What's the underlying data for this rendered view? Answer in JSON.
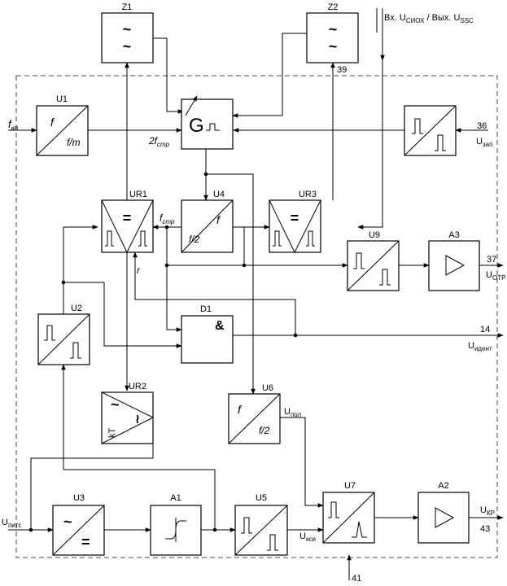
{
  "blocks": {
    "z1": "Z1",
    "z2": "Z2",
    "u1": "U1",
    "ur1": "UR1",
    "u4": "U4",
    "ur3": "UR3",
    "u9": "U9",
    "a3": "A3",
    "u2": "U2",
    "d1": "D1",
    "ur2": "UR2",
    "u6": "U6",
    "u3": "U3",
    "a1": "A1",
    "u5": "U5",
    "u7": "U7",
    "a2": "A2"
  },
  "symbols": {
    "f": "f",
    "f_m": "f/m",
    "f_2": "f/2",
    "kt": "kT",
    "and": "&",
    "eq": "=",
    "tilde": "~",
    "r": "r",
    "g": "G"
  },
  "signals": {
    "f_in": "f",
    "f_in_sub": "вп",
    "two_f": "2f",
    "two_f_sub": "стр",
    "f_str": "f",
    "f_str_sub": "стр",
    "u_zap": "U",
    "u_zap_sub": "зап",
    "u_otr": "U",
    "u_otr_sub": "ОТР",
    "u_ident": "U",
    "u_ident_sub": "идент",
    "u_pol": "U",
    "u_pol_sub": "пол",
    "u_kr": "U",
    "u_kr_sub": "КР",
    "u_pitc": "U",
    "u_pitc_sub": "питс",
    "u_kci": "U",
    "u_kci_sub": "кси",
    "io_prefix": "Вх. U",
    "io_sub1": "СИОХ",
    "io_mid": " / Вых. U",
    "io_sub2": "SSC"
  },
  "terminals": {
    "t36": "36",
    "t37": "37",
    "t14": "14",
    "t43": "43",
    "t39": "39",
    "t41": "41"
  }
}
